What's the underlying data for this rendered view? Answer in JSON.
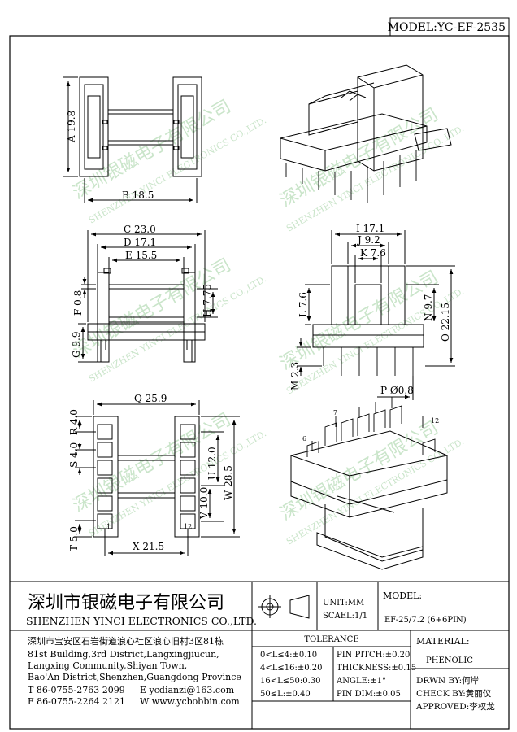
{
  "model_header": "MODEL:YC-EF-2535",
  "dimensions": {
    "A": "A 19.8",
    "B": "B 18.5",
    "C": "C 23.0",
    "D": "D 17.1",
    "E": "E 15.5",
    "F": "F 0.8",
    "G": "G 9.9",
    "H": "H 7.75",
    "I": "I 17.1",
    "J": "J 9.2",
    "K": "K 7.6",
    "L": "L 7.6",
    "M": "M 2.3",
    "N": "N 9.7",
    "O": "O 22.15",
    "P": "P Ø0.8",
    "Q": "Q 25.9",
    "R": "R 4.0",
    "S": "S 4.0",
    "T": "T 5.0",
    "U": "U 12.0",
    "V": "V 10.0",
    "W": "W 28.5",
    "X": "X 21.5"
  },
  "pin_labels": {
    "p6": "6",
    "p7": "7",
    "p12": "12",
    "p1": "1",
    "p12b": "12"
  },
  "watermark": {
    "cn": "深圳银磁电子有限公司",
    "en": "SHENZHEN YINCI ELECTRONICS CO.,LTD."
  },
  "title_block": {
    "company_cn": "深圳市银磁电子有限公司",
    "company_en": "SHENZHEN YINCI ELECTRONICS CO.,LTD.",
    "unit": "UNIT:MM",
    "scale": "SCAEL:1/1",
    "model_label": "MODEL:",
    "model_value": "EF-25/7.2 (6+6PIN)",
    "address_lines": [
      "深圳市宝安区石岩街道浪心社区浪心旧村3区81栋",
      "81st Building,3rd District,Langxingjiucun,",
      "Langxing Community,Shiyan Town,",
      "Bao'An District,Shenzhen,Guangdong Province"
    ],
    "tel": "T 86-0755-2763 2099",
    "email": "E ycdianzi@163.com",
    "fax": "F 86-0755-2264 2121",
    "web": "W www.ycbobbin.com",
    "tolerance_title": "TOLERANCE",
    "tolerance_left": [
      "0<L≤4:±0.10",
      "4<L≤16:±0.20",
      "16<L≤50:0.30",
      "50≤L:±0.40"
    ],
    "tolerance_right": [
      "PIN PITCH:±0.20",
      "THICKNESS:±0.15",
      "ANGLE:±1°",
      "PIN DIM:±0.05"
    ],
    "material_label": "MATERIAL:",
    "material_value": "PHENOLIC",
    "drawn_by": "DRWN BY:何岸",
    "check_by": "CHECK BY:黄丽仪",
    "approved": "APPROVED:李权龙"
  }
}
